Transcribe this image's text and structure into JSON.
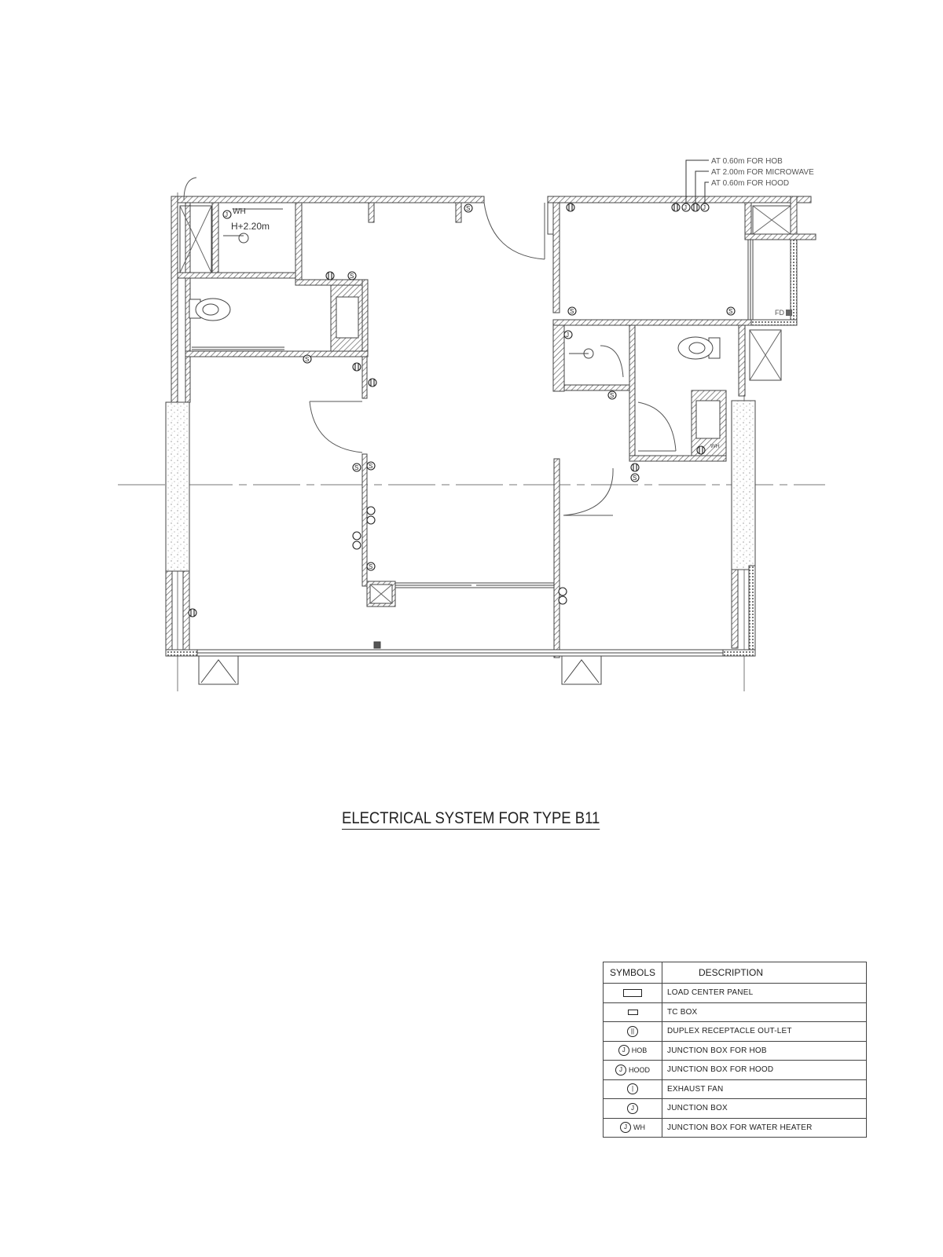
{
  "drawing": {
    "title": "ELECTRICAL SYSTEM FOR TYPE B11",
    "annotations": {
      "wh_label": "WH",
      "wh_height": "H+2.20m",
      "fd_label": "FD",
      "kitchen_notes": [
        "AT 0.60m FOR HOB",
        "AT 2.00m FOR MICROWAVE",
        "AT 0.60m FOR HOOD"
      ],
      "wh_small": "WH"
    },
    "symbols_in_plan": {
      "switch": "S",
      "junction": "J"
    }
  },
  "legend": {
    "headers": {
      "symbols": "SYMBOLS",
      "description": "DESCRIPTION"
    },
    "rows": [
      {
        "symbol_icon": "load-center-panel",
        "symbol_text": "",
        "suffix": "",
        "description": "LOAD CENTER PANEL"
      },
      {
        "symbol_icon": "tc-box",
        "symbol_text": "",
        "suffix": "",
        "description": "TC BOX"
      },
      {
        "symbol_icon": "duplex-receptacle",
        "symbol_text": "||",
        "suffix": "",
        "description": "DUPLEX RECEPTACLE OUT-LET"
      },
      {
        "symbol_icon": "junction-box",
        "symbol_text": "J",
        "suffix": "HOB",
        "description": "JUNCTION BOX FOR HOB"
      },
      {
        "symbol_icon": "junction-box",
        "symbol_text": "J",
        "suffix": "HOOD",
        "description": "JUNCTION BOX FOR HOOD"
      },
      {
        "symbol_icon": "exhaust-fan",
        "symbol_text": "|",
        "suffix": "",
        "description": "EXHAUST FAN"
      },
      {
        "symbol_icon": "junction-box",
        "symbol_text": "J",
        "suffix": "",
        "description": "JUNCTION BOX"
      },
      {
        "symbol_icon": "junction-box",
        "symbol_text": "J",
        "suffix": "WH",
        "description": "JUNCTION BOX FOR WATER HEATER"
      }
    ]
  }
}
